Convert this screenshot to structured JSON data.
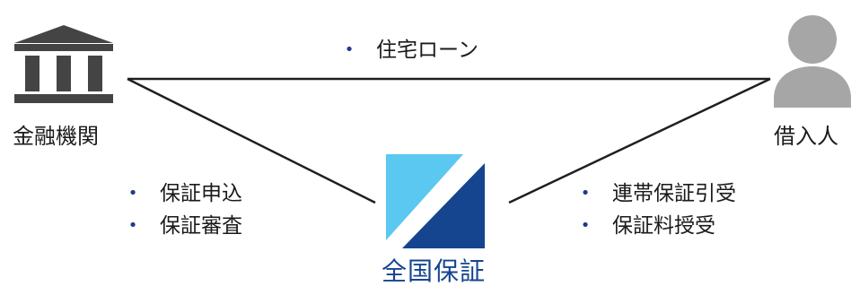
{
  "colors": {
    "line": "#1f1f1f",
    "bank_icon": "#444444",
    "person_icon": "#a6a6a6",
    "bullet": "#1e3a8a",
    "logo_light": "#5ac8f0",
    "logo_dark": "#15458f",
    "company_text": "#15458f"
  },
  "nodes": {
    "bank": {
      "icon": "bank-icon",
      "label": "金融機関"
    },
    "borrower": {
      "icon": "person-icon",
      "label": "借入人"
    },
    "guarantor": {
      "icon": "zenkoku-hosho-logo",
      "label": "全国保証"
    }
  },
  "relations": {
    "bank_borrower": {
      "bullet": "•",
      "items": [
        "住宅ローン"
      ]
    },
    "bank_guarantor": {
      "bullet": "•",
      "items": [
        "保証申込",
        "保証審査"
      ]
    },
    "borrower_guarantor": {
      "bullet": "•",
      "items": [
        "連帯保証引受",
        "保証料授受"
      ]
    }
  }
}
